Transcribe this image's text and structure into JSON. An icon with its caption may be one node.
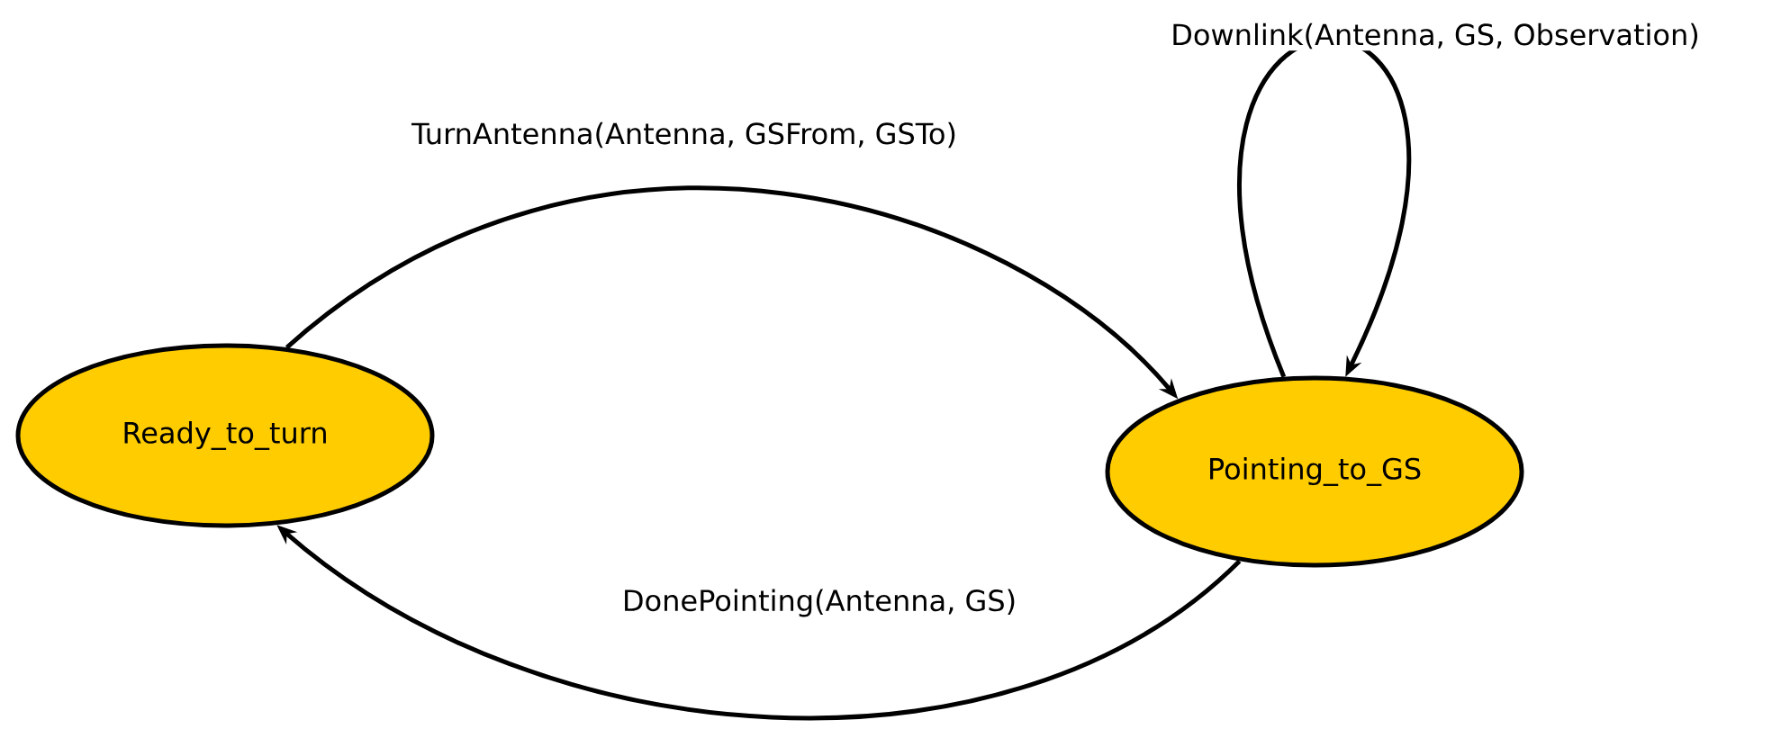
{
  "diagram": {
    "nodes": [
      {
        "text": [
          "Ready_to_turn"
        ]
      },
      {
        "text": [
          "Pointing_to_GS"
        ]
      }
    ],
    "edges": [
      {
        "from": 0,
        "to": 1,
        "arrow": "to",
        "label": "TurnAntenna(Antenna, GSFrom, GSTo)"
      },
      {
        "from": 1,
        "to": 0,
        "arrow": "to",
        "label": "DonePointing(Antenna, GS)"
      },
      {
        "from": 1,
        "to": 1,
        "arrow": "to",
        "label": "Downlink(Antenna, GS, Observation)"
      }
    ]
  }
}
